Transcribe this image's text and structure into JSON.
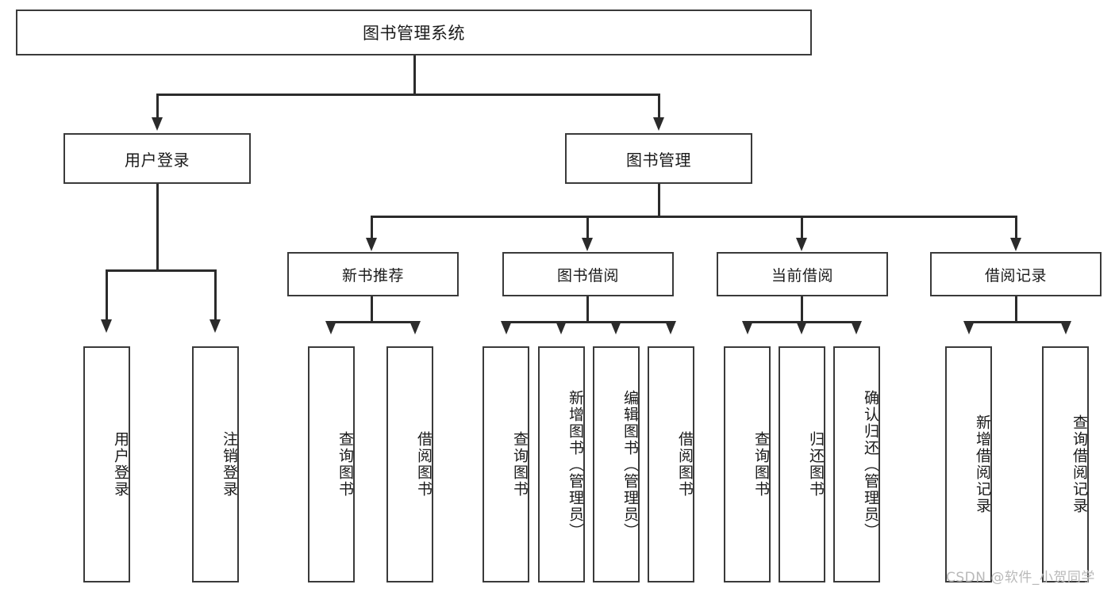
{
  "diagram": {
    "title": "图书管理系统",
    "type": "tree",
    "root": {
      "label": "图书管理系统"
    },
    "level2": [
      {
        "label": "用户登录"
      },
      {
        "label": "图书管理"
      }
    ],
    "level3": [
      {
        "label": "新书推荐"
      },
      {
        "label": "图书借阅"
      },
      {
        "label": "当前借阅"
      },
      {
        "label": "借阅记录"
      }
    ],
    "leaves": {
      "user_login": [
        {
          "label": "用户登录"
        },
        {
          "label": "注销登录"
        }
      ],
      "new_book_recommend": [
        {
          "label": "查询图书"
        },
        {
          "label": "借阅图书"
        }
      ],
      "book_borrow": [
        {
          "label": "查询图书"
        },
        {
          "label": "新增图书（管理员）"
        },
        {
          "label": "编辑图书（管理员）"
        },
        {
          "label": "借阅图书"
        }
      ],
      "current_borrow": [
        {
          "label": "查询图书"
        },
        {
          "label": "归还图书"
        },
        {
          "label": "确认归还（管理员）"
        }
      ],
      "borrow_record": [
        {
          "label": "新增借阅记录"
        },
        {
          "label": "查询借阅记录"
        }
      ]
    }
  },
  "watermark": {
    "text": "CSDN @软件_小贺同学"
  },
  "colors": {
    "box_border": "#3a3a3a",
    "line": "#2b2b2b",
    "background": "#ffffff",
    "text": "#1a1a1a",
    "watermark": "#b9b9b9"
  }
}
